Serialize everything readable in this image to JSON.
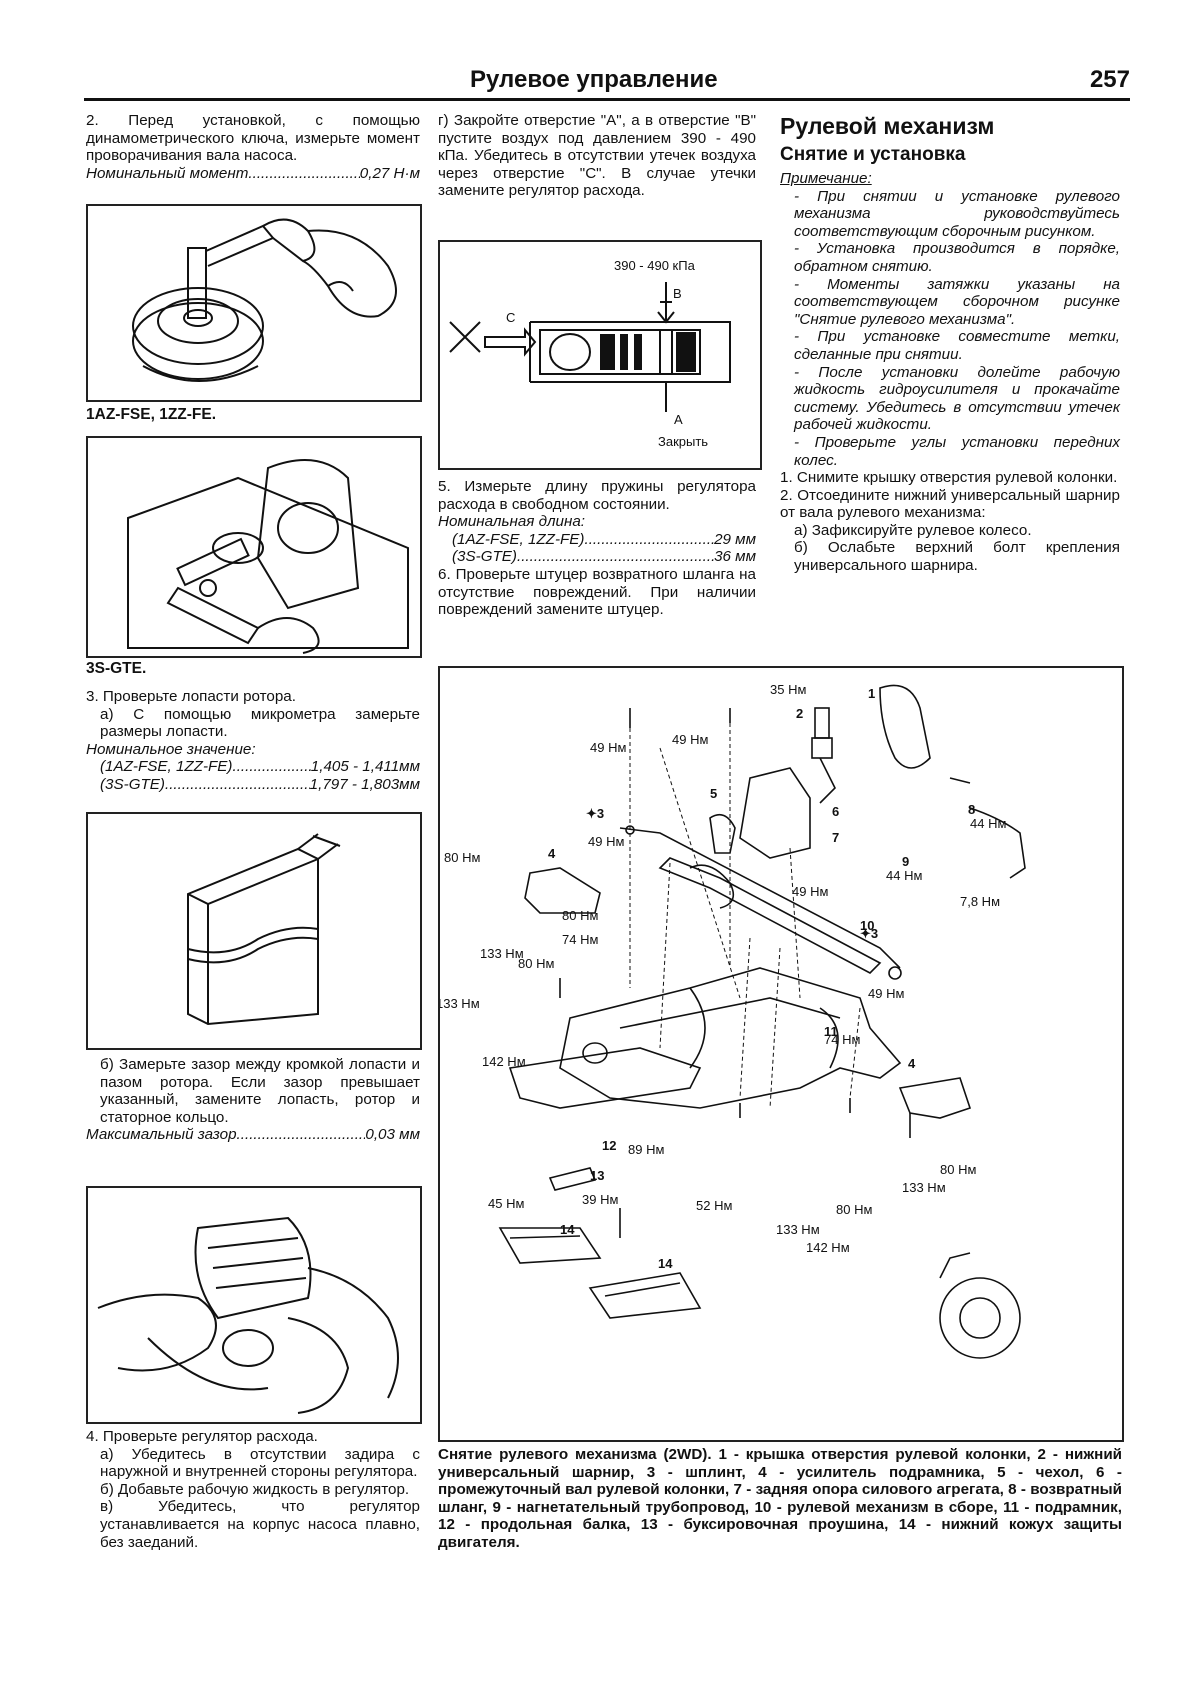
{
  "header": {
    "title": "Рулевое управление",
    "page_number": "257"
  },
  "col1": {
    "p2": "2. Перед установкой, с помощью динамометрического ключа, измерьте момент проворачивания вала насоса.",
    "spec_torque": {
      "label": "Номинальный момент",
      "value": "0,27 Н·м"
    },
    "fig1_caption": "1AZ-FSE, 1ZZ-FE.",
    "fig2_caption": "3S-GTE.",
    "p3": "3. Проверьте лопасти ротора.",
    "p3a": "а) С помощью микрометра замерьте размеры лопасти.",
    "spec_nom": "Номинальное значение:",
    "spec_row1": {
      "label": "(1AZ-FSE, 1ZZ-FE)",
      "value": "1,405 - 1,411мм"
    },
    "spec_row2": {
      "label": "(3S-GTE)",
      "value": "1,797 - 1,803мм"
    },
    "p3b": "б) Замерьте зазор между кромкой лопасти и пазом ротора. Если зазор превышает указанный, замените лопасть, ротор и статорное кольцо.",
    "spec_gap": {
      "label": "Максимальный зазор",
      "value": "0,03 мм"
    },
    "p4": "4. Проверьте регулятор расхода.",
    "p4a": "а) Убедитесь в отсутствии задира с наружной и внутренней стороны регулятора.",
    "p4b": "б) Добавьте рабочую жидкость в регулятор.",
    "p4c": "в) Убедитесь, что регулятор устанавливается на корпус насоса плавно, без заеданий."
  },
  "col2": {
    "pg": "г) Закройте отверстие \"А\", а в отверстие \"В\" пустите воздух под давлением 390 - 490 кПа. Убедитесь в отсутствии утечек воздуха через отверстие \"С\". В случае утечки замените регулятор расхода.",
    "fig_pressure": "390 - 490 кПа",
    "fig_b": "B",
    "fig_c": "C",
    "fig_a": "A",
    "fig_close": "Закрыть",
    "p5": "5. Измерьте длину пружины регулятора расхода в свободном состоянии.",
    "spec_len": "Номинальная длина:",
    "len_row1": {
      "label": "(1AZ-FSE, 1ZZ-FE)",
      "value": "29 мм"
    },
    "len_row2": {
      "label": "(3S-GTE)",
      "value": "36 мм"
    },
    "p6": "6. Проверьте штуцер возвратного шланга на отсутствие повреждений. При наличии повреждений замените штуцер."
  },
  "col3": {
    "h1": "Рулевой механизм",
    "h2": "Снятие и установка",
    "note_title": "Примечание:",
    "notes": [
      "- При снятии и установке рулевого механизма руководствуйтесь соответствующим сборочным рисунком.",
      "- Установка производится в порядке, обратном снятию.",
      "- Моменты затяжки указаны на соответствующем сборочном рисунке \"Снятие рулевого механизма\".",
      "- При установке совместите метки, сделанные при снятии.",
      "- После установки долейте рабочую жидкость гидроусилителя и прокачайте систему. Убедитесь в отсутствии утечек рабочей жидкости.",
      "- Проверьте углы установки передних колес."
    ],
    "s1": "1. Снимите крышку отверстия рулевой колонки.",
    "s2": "2. Отсоедините нижний универсальный шарнир от вала рулевого механизма:",
    "s2a": "а) Зафиксируйте рулевое колесо.",
    "s2b": "б) Ослабьте верхний болт крепления универсального шарнира."
  },
  "big_figure": {
    "labels": {
      "n1": "1",
      "n2": "2",
      "n3a": "✦3",
      "n3b": "✦3",
      "n4a": "4",
      "n4b": "4",
      "n5": "5",
      "n6": "6",
      "n7": "7",
      "n8": "8",
      "n9": "9",
      "n10": "10",
      "n11": "11",
      "n12": "12",
      "n13": "13",
      "n14a": "14",
      "n14b": "14",
      "t35": "35 Нм",
      "t49a": "49 Нм",
      "t49b": "49 Нм",
      "t49c": "49 Нм",
      "t49d": "49 Нм",
      "t49e": "49 Нм",
      "t44a": "44 Нм",
      "t44b": "44 Нм",
      "t78": "7,8 Нм",
      "t80a": "80 Нм",
      "t80b": "80 Нм",
      "t80c": "80 Нм",
      "t80d": "80 Нм",
      "t80e": "80 Нм",
      "t74a": "74 Нм",
      "t74b": "74 Нм",
      "t133a": "133 Нм",
      "t133b": "133 Нм",
      "t133c": "133 Нм",
      "t133d": "133 Нм",
      "t142a": "142 Нм",
      "t142b": "142 Нм",
      "t89": "89 Нм",
      "t45": "45 Нм",
      "t52": "52 Нм",
      "t39": "39 Нм"
    },
    "caption": "Снятие рулевого механизма (2WD). 1 - крышка отверстия рулевой колонки, 2 - нижний универсальный шарнир, 3 - шплинт, 4 - усилитель подрамника, 5 - чехол, 6 - промежуточный вал рулевой колонки, 7 - задняя опора силового агрегата, 8 - возвратный шланг, 9 - нагнетательный трубопровод, 10 - рулевой механизм в сборе, 11 - подрамник, 12 - продольная балка, 13 - буксировочная проушина, 14 - нижний кожух защиты двигателя."
  }
}
